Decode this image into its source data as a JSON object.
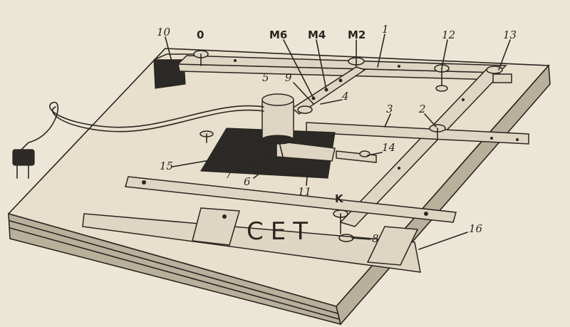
{
  "figure": {
    "plate_text": "СЕТ",
    "labels": [
      {
        "id": "l10",
        "text": "10"
      },
      {
        "id": "l0",
        "text": "0"
      },
      {
        "id": "lm6",
        "text": "M6"
      },
      {
        "id": "lm4",
        "text": "M4"
      },
      {
        "id": "lm2",
        "text": "M2"
      },
      {
        "id": "l1",
        "text": "1"
      },
      {
        "id": "l12",
        "text": "12"
      },
      {
        "id": "l13",
        "text": "13"
      },
      {
        "id": "l5",
        "text": "5"
      },
      {
        "id": "l9",
        "text": "9"
      },
      {
        "id": "l4",
        "text": "4"
      },
      {
        "id": "l3",
        "text": "3"
      },
      {
        "id": "l2",
        "text": "2"
      },
      {
        "id": "l15",
        "text": "15"
      },
      {
        "id": "l7",
        "text": "7"
      },
      {
        "id": "l6",
        "text": "6"
      },
      {
        "id": "l11",
        "text": "11"
      },
      {
        "id": "l14",
        "text": "14"
      },
      {
        "id": "lk",
        "text": "K"
      },
      {
        "id": "l8",
        "text": "8"
      },
      {
        "id": "l16",
        "text": "16"
      }
    ]
  },
  "colors": {
    "paper": "#ece6d6",
    "ink": "#2a2620",
    "wood_top": "#e8e0cc",
    "wood_side": "#b9b09c",
    "dark_plate": "#2c2a27"
  }
}
